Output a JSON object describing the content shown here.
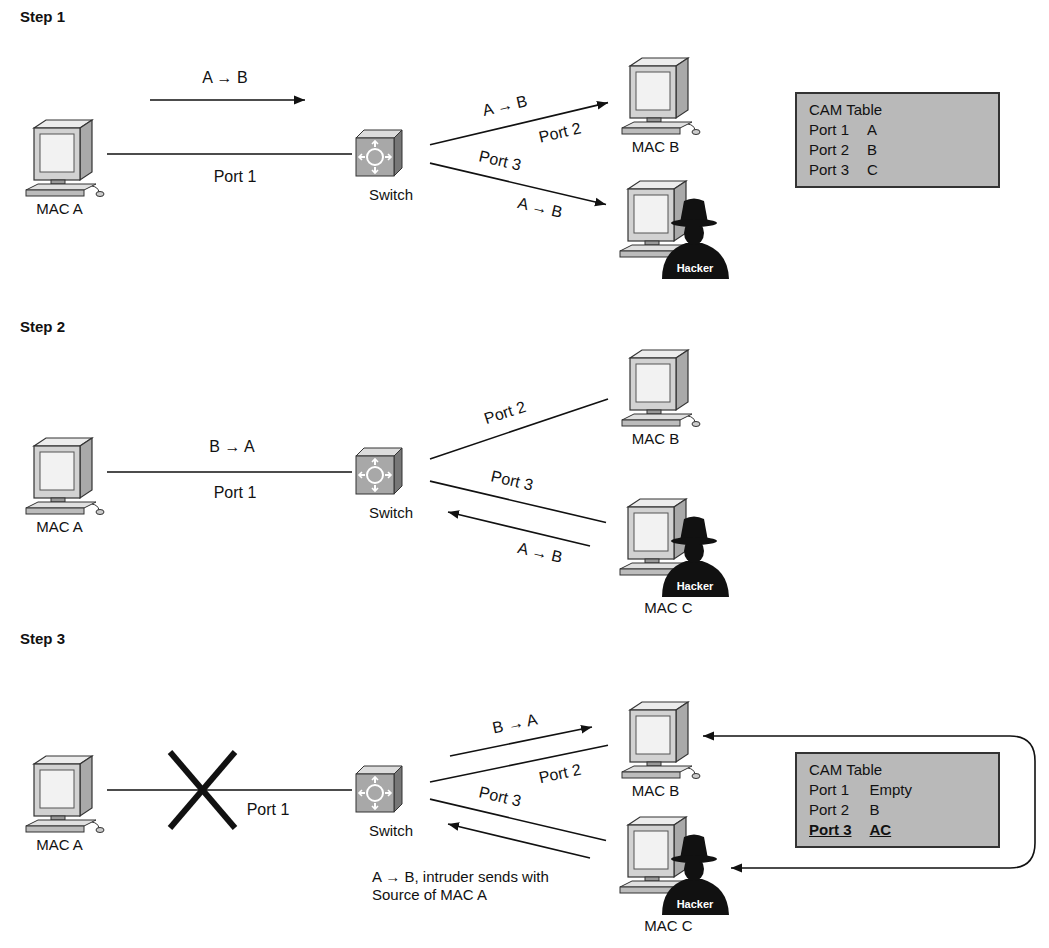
{
  "diagram": {
    "nodes": [
      {
        "text": [
          "MAC A"
        ]
      },
      {
        "text": [
          "Switch"
        ]
      },
      {
        "text": [
          "MAC B"
        ]
      },
      {
        "text": [
          "Hacker"
        ]
      },
      {
        "text": [
          "CAM Table",
          "Port 1",
          "A",
          "Port 2",
          "B",
          "Port 3",
          "C"
        ]
      },
      {
        "text": [
          "MAC A"
        ]
      },
      {
        "text": [
          "Switch"
        ]
      },
      {
        "text": [
          "MAC B"
        ]
      },
      {
        "text": [
          "Hacker",
          "MAC C"
        ]
      },
      {
        "text": [
          "MAC A"
        ]
      },
      {
        "text": [
          "Switch"
        ]
      },
      {
        "text": [
          "MAC B"
        ]
      },
      {
        "text": [
          "Hacker",
          "MAC C"
        ]
      },
      {
        "text": [
          "CAM Table",
          "Port 1",
          "Empty",
          "Port 2",
          "B",
          "Port 3",
          "AC"
        ]
      }
    ],
    "edges": [
      {
        "from": 0,
        "to": 1,
        "arrow": "none",
        "label": "Port 1"
      },
      {
        "from": 1,
        "to": 2,
        "arrow": "to",
        "label": "Port 2"
      },
      {
        "from": 1,
        "to": 3,
        "arrow": "to",
        "label": "Port 3"
      },
      {
        "from": 5,
        "to": 6,
        "arrow": "none",
        "label": "Port 1"
      },
      {
        "from": 6,
        "to": 7,
        "arrow": "none",
        "label": "Port 2"
      },
      {
        "from": 8,
        "to": 6,
        "arrow": "none",
        "label": "Port 3"
      },
      {
        "from": 9,
        "to": 10,
        "arrow": "none",
        "label": "Port 1"
      },
      {
        "from": 10,
        "to": 11,
        "arrow": "none",
        "label": "Port 2"
      },
      {
        "from": 12,
        "to": 10,
        "arrow": "none",
        "label": "Port 3"
      },
      {
        "from": 11,
        "to": 12,
        "arrow": "both"
      }
    ],
    "labels": [
      "Step 1",
      "A → B",
      "A → B",
      "A → B",
      "Step 2",
      "B → A",
      "A → B",
      "Step 3",
      "B → A",
      "A → B, intruder sends with Source of MAC A"
    ]
  }
}
